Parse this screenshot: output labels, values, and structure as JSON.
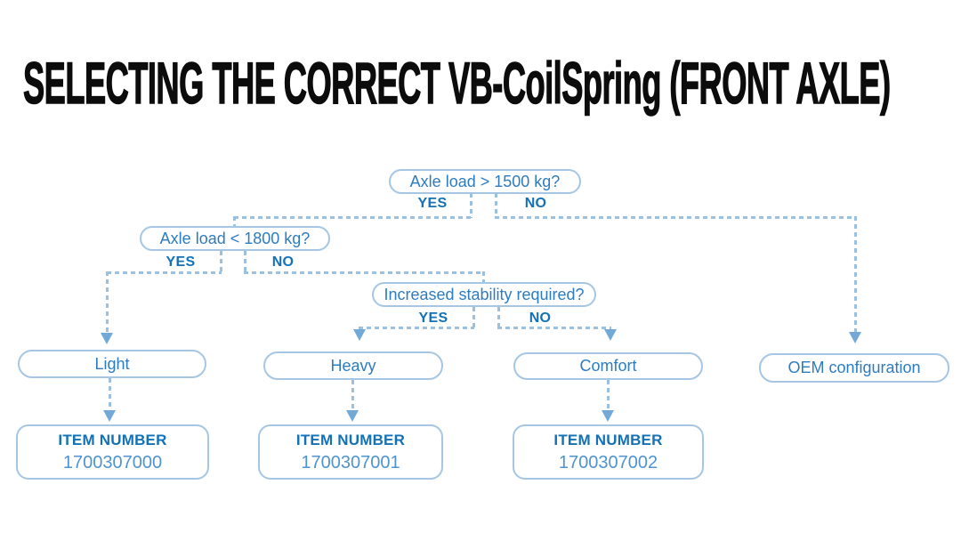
{
  "title": "SELECTING THE CORRECT VB-CoilSpring (FRONT AXLE)",
  "colors": {
    "background": "#ffffff",
    "title-color": "#0c0c0c",
    "box-border": "#a6c6e3",
    "box-text": "#2e7cc0",
    "bold-blue": "#1271b7",
    "number-blue": "#4f93d0",
    "dash-blue": "#9cc0e0",
    "arrow-blue": "#72a9d6"
  },
  "flowchart": {
    "decisions": [
      {
        "label": "Axle load > 1500 kg?",
        "yes_label": "YES",
        "no_label": "NO"
      },
      {
        "label": "Axle load < 1800 kg?",
        "yes_label": "YES",
        "no_label": "NO"
      },
      {
        "label": "Increased stability required?",
        "yes_label": "YES",
        "no_label": "NO"
      }
    ],
    "results": [
      {
        "label": "Light"
      },
      {
        "label": "Heavy"
      },
      {
        "label": "Comfort"
      },
      {
        "label": "OEM configuration"
      }
    ],
    "items": [
      {
        "heading": "ITEM NUMBER",
        "number": "1700307000"
      },
      {
        "heading": "ITEM NUMBER",
        "number": "1700307001"
      },
      {
        "heading": "ITEM NUMBER",
        "number": "1700307002"
      }
    ]
  }
}
